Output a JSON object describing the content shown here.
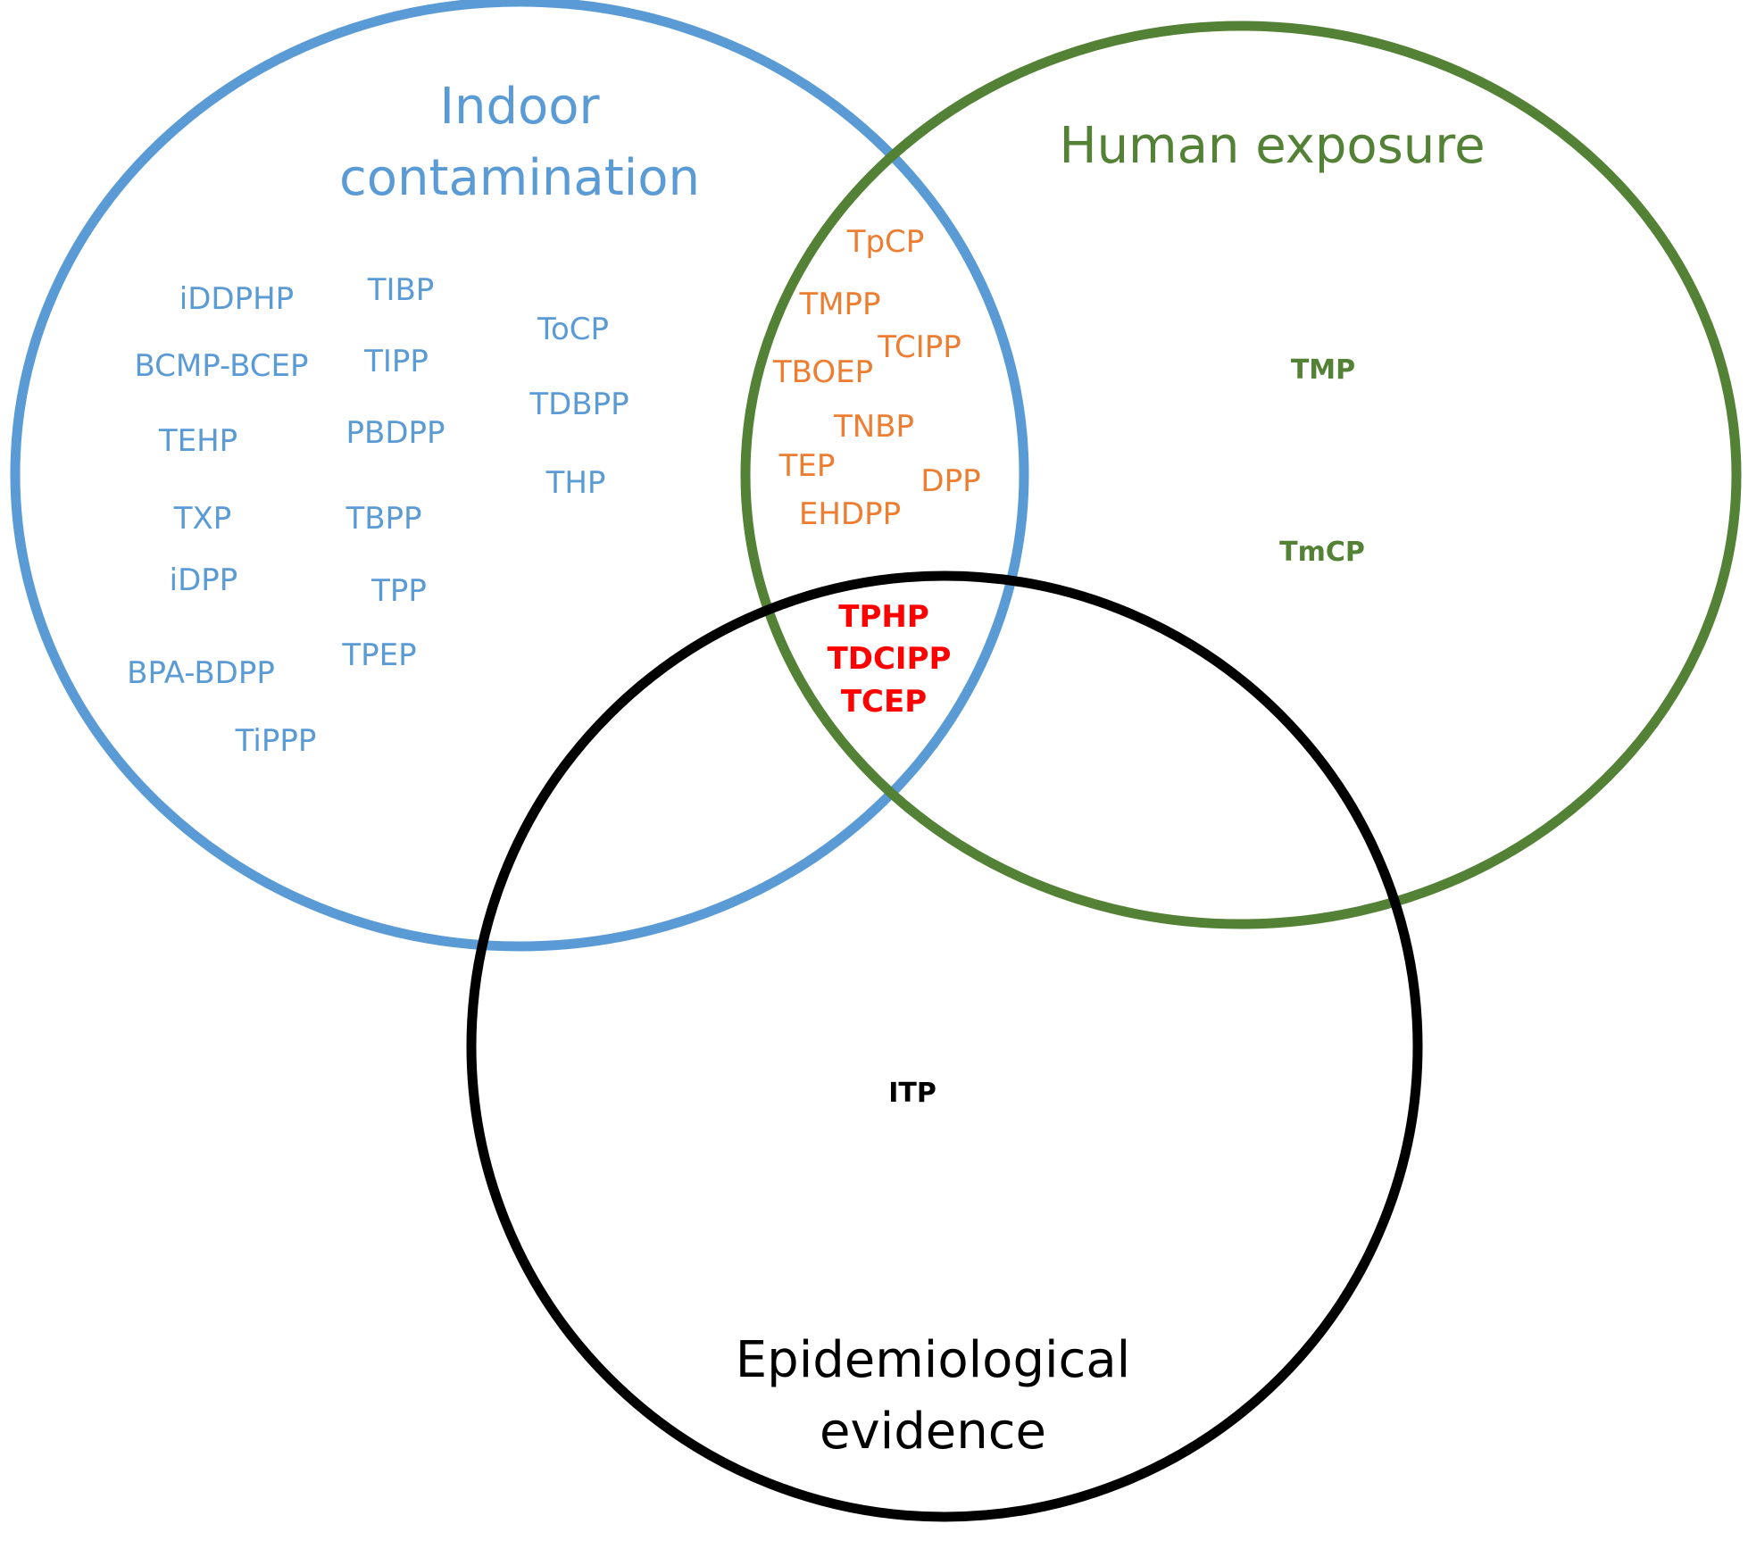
{
  "sets": [
    {
      "key": "indoor",
      "label_lines": [
        "Indoor",
        "contamination"
      ],
      "color": "#5b9bd5"
    },
    {
      "key": "human",
      "label_lines": [
        "Human exposure"
      ],
      "color": "#538135"
    },
    {
      "key": "epi",
      "label_lines": [
        "Epidemiological",
        "evidence"
      ],
      "color": "#000000"
    }
  ],
  "regions": {
    "indoor_only": {
      "color": "#5b9bd5",
      "items": [
        "iDDPHP",
        "BCMP-BCEP",
        "TEHP",
        "TXP",
        "iDPP",
        "BPA-BDPP",
        "TiPPP",
        "TIBP",
        "TIPP",
        "PBDPP",
        "TBPP",
        "TPP",
        "TPEP",
        "ToCP",
        "TDBPP",
        "THP"
      ]
    },
    "indoor_human": {
      "color": "#ed7d31",
      "items": [
        "TpCP",
        "TMPP",
        "TCIPP",
        "TBOEP",
        "TNBP",
        "TEP",
        "DPP",
        "EHDPP"
      ]
    },
    "all_three": {
      "color": "#ff0000",
      "items": [
        "TPHP",
        "TDCIPP",
        "TCEP"
      ]
    },
    "human_only": {
      "color": "#538135",
      "items": [
        "TMP",
        "TmCP"
      ]
    },
    "epi_only": {
      "color": "#000000",
      "items": [
        "ITP"
      ]
    }
  }
}
